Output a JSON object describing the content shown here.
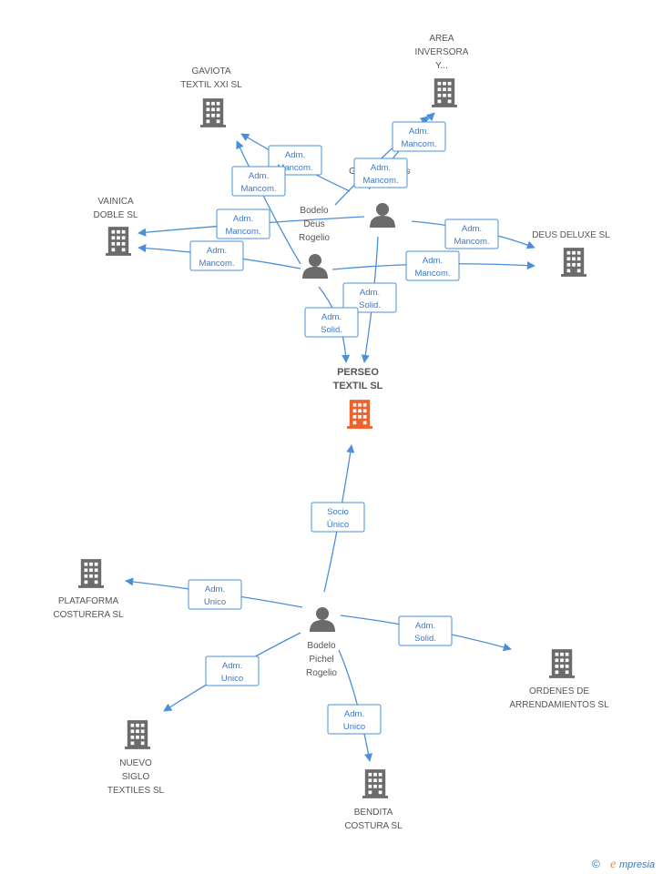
{
  "colors": {
    "edge": "#4a8fd8",
    "tag_text": "#3b78c4",
    "node": "#6b6b6b",
    "focus_node": "#f0602a",
    "label": "#555555"
  },
  "nodes": [
    {
      "id": "perseo",
      "kind": "company",
      "focus": true,
      "lines": [
        "PERSEO",
        "TEXTIL SL"
      ]
    },
    {
      "id": "gaviota",
      "kind": "company",
      "lines": [
        "GAVIOTA",
        "TEXTIL XXI SL"
      ]
    },
    {
      "id": "area",
      "kind": "company",
      "lines": [
        "AREA",
        "INVERSORA",
        "Y..."
      ]
    },
    {
      "id": "vainica",
      "kind": "company",
      "lines": [
        "VAINICA",
        "DOBLE SL"
      ]
    },
    {
      "id": "deus",
      "kind": "company",
      "lines": [
        "DEUS DELUXE SL"
      ]
    },
    {
      "id": "plataforma",
      "kind": "company",
      "lines": [
        "PLATAFORMA",
        "COSTURERA SL"
      ]
    },
    {
      "id": "ordenes",
      "kind": "company",
      "lines": [
        "ORDENES DE",
        "ARRENDAMIENTOS SL"
      ]
    },
    {
      "id": "nuevo",
      "kind": "company",
      "lines": [
        "NUEVO",
        "SIGLO",
        "TEXTILES SL"
      ]
    },
    {
      "id": "bendita",
      "kind": "company",
      "lines": [
        "BENDITA",
        "COSTURA SL"
      ]
    },
    {
      "id": "p_bdr",
      "kind": "person",
      "lines": [
        "Bodelo",
        "Deus",
        "Rogelio"
      ]
    },
    {
      "id": "p_g",
      "kind": "person",
      "lines": [
        "G",
        "s"
      ]
    },
    {
      "id": "p_bpr",
      "kind": "person",
      "lines": [
        "Bodelo",
        "Pichel",
        "Rogelio"
      ]
    }
  ],
  "edges": [
    {
      "from": "p_g",
      "to": "gaviota",
      "tag": [
        "Adm.",
        "Mancom."
      ]
    },
    {
      "from": "p_g",
      "to": "area",
      "tag": [
        "Adm.",
        "Mancom."
      ]
    },
    {
      "from": "p_g",
      "to": "vainica",
      "tag": [
        "Adm.",
        "Mancom."
      ]
    },
    {
      "from": "p_g",
      "to": "deus",
      "tag": [
        "Adm.",
        "Mancom."
      ]
    },
    {
      "from": "p_g",
      "to": "perseo",
      "tag": [
        "Adm.",
        "Solid."
      ]
    },
    {
      "from": "p_bdr",
      "to": "gaviota",
      "tag": [
        "Adm.",
        "Mancom."
      ]
    },
    {
      "from": "p_bdr",
      "to": "area",
      "tag": [
        "Adm.",
        "Mancom."
      ]
    },
    {
      "from": "p_bdr",
      "to": "vainica",
      "tag": [
        "Adm.",
        "Mancom."
      ]
    },
    {
      "from": "p_bdr",
      "to": "deus",
      "tag": [
        "Adm.",
        "Mancom."
      ]
    },
    {
      "from": "p_bdr",
      "to": "perseo",
      "tag": [
        "Adm.",
        "Solid."
      ]
    },
    {
      "from": "p_bpr",
      "to": "perseo",
      "tag": [
        "Socio",
        "Único"
      ]
    },
    {
      "from": "p_bpr",
      "to": "plataforma",
      "tag": [
        "Adm.",
        "Unico"
      ]
    },
    {
      "from": "p_bpr",
      "to": "ordenes",
      "tag": [
        "Adm.",
        "Solid."
      ]
    },
    {
      "from": "p_bpr",
      "to": "nuevo",
      "tag": [
        "Adm.",
        "Unico"
      ]
    },
    {
      "from": "p_bpr",
      "to": "bendita",
      "tag": [
        "Adm.",
        "Unico"
      ]
    }
  ],
  "watermark": {
    "copyright": "©",
    "brand_initial": "e",
    "brand_rest": "mpresia"
  }
}
